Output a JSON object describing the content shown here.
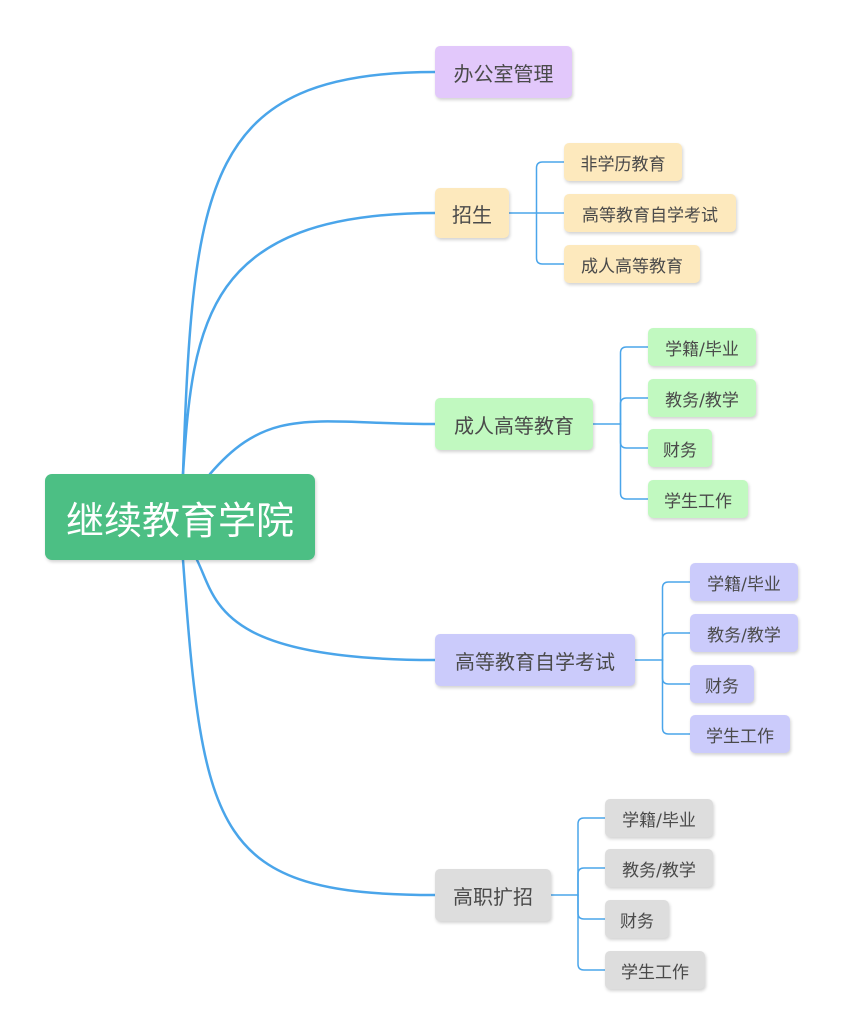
{
  "colors": {
    "line": "#4aa5ea",
    "root": "#4cbf84",
    "office": "#e2c8fb",
    "enroll": "#fde9bd",
    "adult": "#c1f9c0",
    "self_exam": "#cbcbfb",
    "vocational": "#dddddd"
  },
  "root": {
    "label": "继续教育学院"
  },
  "branches": [
    {
      "label": "办公室管理",
      "children": []
    },
    {
      "label": "招生",
      "children": [
        "非学历教育",
        "高等教育自学考试",
        "成人高等教育"
      ]
    },
    {
      "label": "成人高等教育",
      "children": [
        "学籍/毕业",
        "教务/教学",
        "财务",
        "学生工作"
      ]
    },
    {
      "label": "高等教育自学考试",
      "children": [
        "学籍/毕业",
        "教务/教学",
        "财务",
        "学生工作"
      ]
    },
    {
      "label": "高职扩招",
      "children": [
        "学籍/毕业",
        "教务/教学",
        "财务",
        "学生工作"
      ]
    }
  ]
}
